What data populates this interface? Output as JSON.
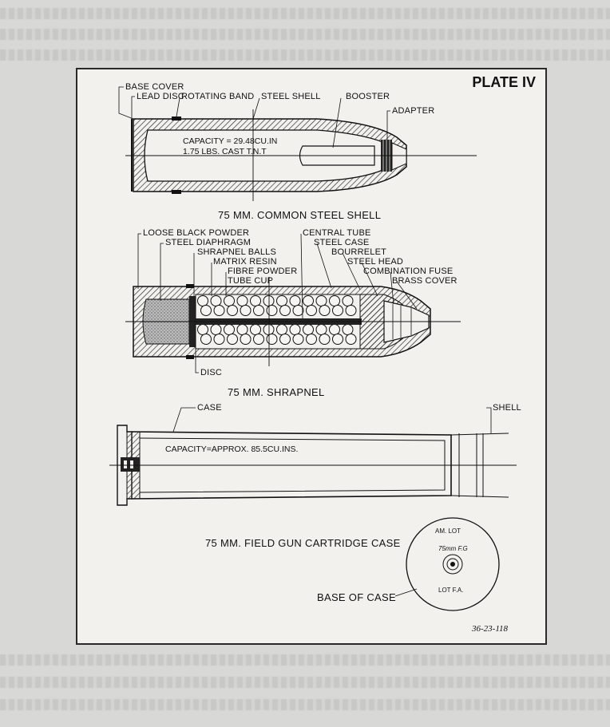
{
  "plate": {
    "title": "PLATE IV",
    "reference_number": "36-23-118"
  },
  "common_shell": {
    "caption": "75 MM. COMMON STEEL SHELL",
    "labels": {
      "base_cover": "BASE COVER",
      "lead_disc": "LEAD DISC",
      "rotating_band": "ROTATING BAND",
      "steel_shell": "STEEL SHELL",
      "booster": "BOOSTER",
      "adapter": "ADAPTER"
    },
    "capacity_line1": "CAPACITY = 29.48CU.IN",
    "capacity_line2": "1.75 LBS. CAST  T.N.T"
  },
  "shrapnel": {
    "caption": "75 MM. SHRAPNEL",
    "labels": {
      "loose_black_powder": "LOOSE BLACK POWDER",
      "steel_diaphragm": "STEEL DIAPHRAGM",
      "shrapnel_balls": "SHRAPNEL BALLS",
      "matrix_resin": "MATRIX RESIN",
      "fibre_powder": "FIBRE POWDER",
      "tube_cup": "TUBE CUP",
      "central_tube": "CENTRAL TUBE",
      "steel_case": "STEEL CASE",
      "bourrelet": "BOURRELET",
      "steel_head": "STEEL HEAD",
      "combination_fuse": "COMBINATION FUSE",
      "brass_cover": "BRASS COVER",
      "disc": "DISC"
    }
  },
  "cartridge_case": {
    "caption": "75 MM. FIELD GUN CARTRIDGE CASE",
    "labels": {
      "case": "CASE",
      "shell": "SHELL"
    },
    "capacity": "CAPACITY=APPROX. 85.5CU.INS.",
    "base_of_case": "BASE OF CASE",
    "base_stamps": {
      "top": "AM. LOT",
      "middle": "75mm F.G",
      "bottom": "LOT F.A."
    }
  },
  "colors": {
    "paper": "#f2f1ee",
    "ink": "#111111",
    "page_background": "#d8d8d6"
  }
}
